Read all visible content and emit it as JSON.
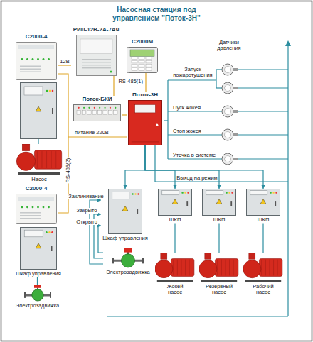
{
  "diagram": {
    "title": "Насосная станция под управлением \"Поток-3Н\"",
    "nodes": [
      {
        "text": [
          "С2000-4"
        ]
      },
      {
        "text": [
          "РИП-12В-2А-7Ач"
        ]
      },
      {
        "text": [
          "С2000М"
        ]
      },
      {
        "text": [
          "Поток-БКИ"
        ]
      },
      {
        "text": [
          "Поток-3Н"
        ]
      },
      {
        "text": [
          "Насос"
        ]
      },
      {
        "text": [
          "С2000-4"
        ]
      },
      {
        "text": [
          "Шкаф управления"
        ]
      },
      {
        "text": [
          "Электрозадвижка"
        ]
      },
      {
        "text": [
          "Шкаф управления"
        ]
      },
      {
        "text": [
          "ШКП"
        ]
      },
      {
        "text": [
          "ШКП"
        ]
      },
      {
        "text": [
          "ШКП"
        ]
      },
      {
        "text": [
          "Электрозадвижка"
        ]
      },
      {
        "text": [
          "Жокей насос"
        ]
      },
      {
        "text": [
          "Резервный насос"
        ]
      },
      {
        "text": [
          "Рабочий насос"
        ]
      }
    ],
    "edges": [
      {
        "from": 0,
        "to": 1,
        "label": "12В",
        "arrow": "none"
      },
      {
        "from": 2,
        "to": 4,
        "label": "RS-485(1)",
        "arrow": "none"
      },
      {
        "from": 1,
        "to": 3,
        "arrow": "none"
      },
      {
        "from": 3,
        "to": 4,
        "arrow": "none"
      },
      {
        "from": 0,
        "to": 6,
        "label": "RS-485(2)",
        "arrow": "none"
      },
      {
        "from": 4,
        "to": 9,
        "arrow": "to"
      },
      {
        "from": 4,
        "to": 10,
        "arrow": "to"
      },
      {
        "from": 4,
        "to": 11,
        "arrow": "to"
      },
      {
        "from": 4,
        "to": 12,
        "arrow": "to"
      },
      {
        "from": 13,
        "to": 9,
        "label": "Закрыто",
        "arrow": "to"
      },
      {
        "from": 13,
        "to": 9,
        "label": "Открыто",
        "arrow": "to"
      },
      {
        "from": 13,
        "to": 9,
        "label": "Заклинивание",
        "arrow": "to"
      },
      {
        "from": 10,
        "to": 14,
        "arrow": "none"
      },
      {
        "from": 11,
        "to": 15,
        "arrow": "none"
      },
      {
        "from": 12,
        "to": 16,
        "arrow": "none"
      },
      {
        "from": 7,
        "to": 8,
        "arrow": "none"
      }
    ],
    "labels": [
      "Датчики давления",
      "Запуск пожаротушения",
      "Пуск жокея",
      "Стоп жокея",
      "Утечка в системе",
      "питание 220В",
      "Выход на режим"
    ]
  }
}
